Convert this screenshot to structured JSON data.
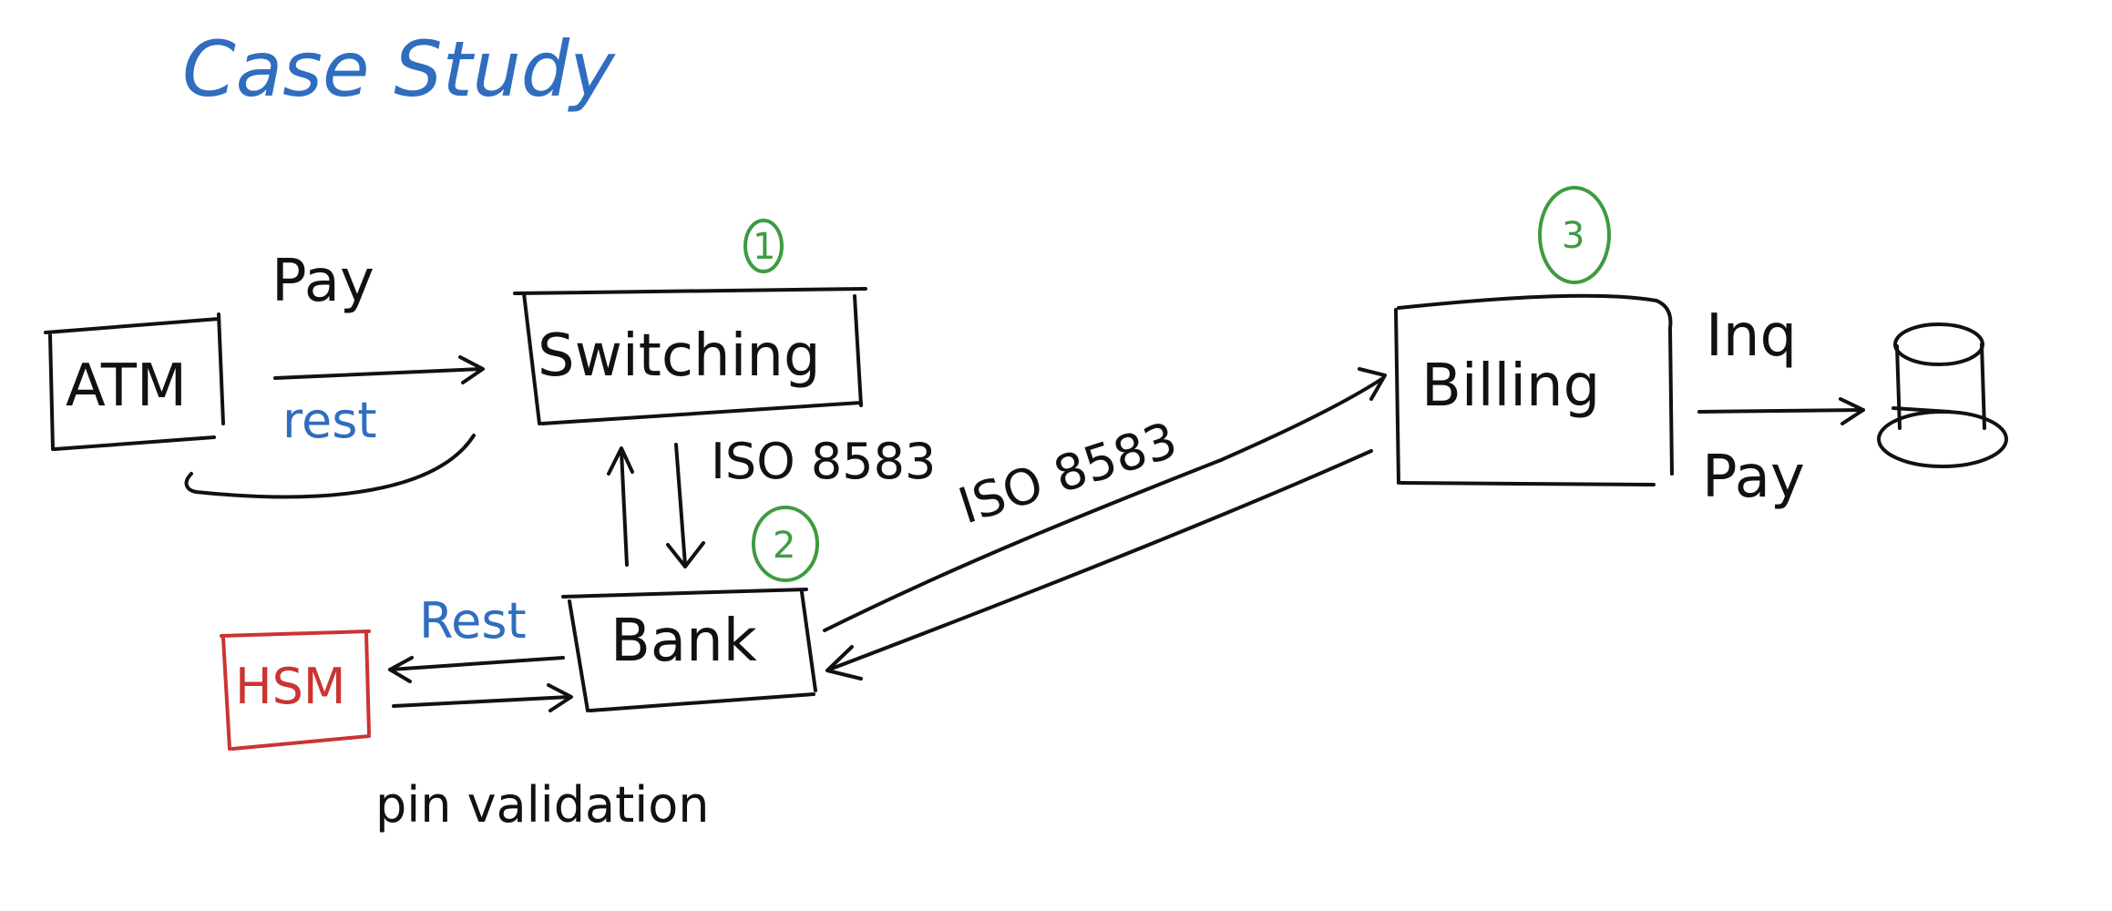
{
  "title": "Case Study",
  "colors": {
    "ink": "#111111",
    "blue": "#2f6dbf",
    "green": "#3e9b40",
    "red": "#cc3333",
    "background": "#ffffff"
  },
  "nodes": {
    "atm": "ATM",
    "switching": "Switching",
    "bank": "Bank",
    "hsm": "HSM",
    "billing": "Billing",
    "database": "database-icon"
  },
  "badges": {
    "one": "1",
    "two": "2",
    "three": "3"
  },
  "edge_labels": {
    "atm_pay": "Pay",
    "atm_rest": "rest",
    "switch_bank_iso": "ISO 8583",
    "bank_billing_iso": "ISO 8583",
    "bank_hsm_rest": "Rest",
    "pin_validation": "pin validation",
    "billing_inq": "Inq",
    "billing_pay": "Pay"
  }
}
